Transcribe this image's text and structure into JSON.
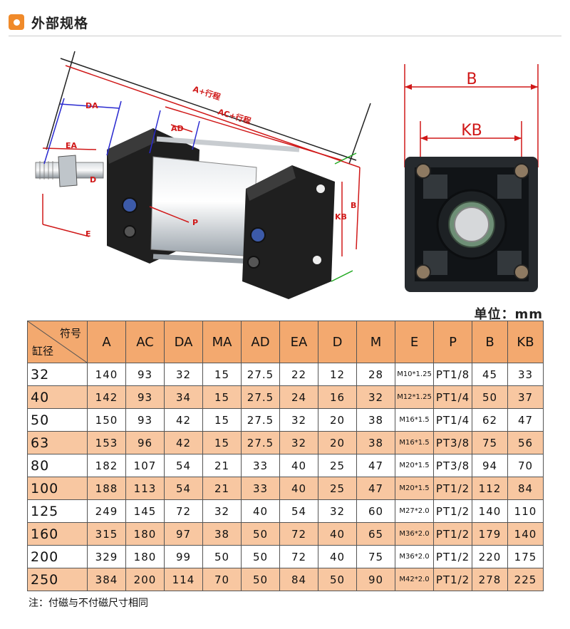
{
  "header": {
    "title": "外部规格"
  },
  "drawing": {
    "labels": {
      "a": "A+行程",
      "ac": "AC+行程",
      "da": "DA",
      "ad": "AD",
      "ea": "EA",
      "d": "D",
      "e": "E",
      "p": "P",
      "b": "B",
      "kb": "KB"
    }
  },
  "endview": {
    "b": "B",
    "kb": "KB"
  },
  "unit": "单位：mm",
  "table": {
    "corner_top": "符号",
    "corner_bottom": "缸径",
    "columns": [
      "A",
      "AC",
      "DA",
      "MA",
      "AD",
      "EA",
      "D",
      "M",
      "E",
      "P",
      "B",
      "KB"
    ],
    "rows": [
      [
        "32",
        "140",
        "93",
        "32",
        "15",
        "27.5",
        "22",
        "12",
        "28",
        "M10*1.25",
        "PT1/8",
        "45",
        "33"
      ],
      [
        "40",
        "142",
        "93",
        "34",
        "15",
        "27.5",
        "24",
        "16",
        "32",
        "M12*1.25",
        "PT1/4",
        "50",
        "37"
      ],
      [
        "50",
        "150",
        "93",
        "42",
        "15",
        "27.5",
        "32",
        "20",
        "38",
        "M16*1.5",
        "PT1/4",
        "62",
        "47"
      ],
      [
        "63",
        "153",
        "96",
        "42",
        "15",
        "27.5",
        "32",
        "20",
        "38",
        "M16*1.5",
        "PT3/8",
        "75",
        "56"
      ],
      [
        "80",
        "182",
        "107",
        "54",
        "21",
        "33",
        "40",
        "25",
        "47",
        "M20*1.5",
        "PT3/8",
        "94",
        "70"
      ],
      [
        "100",
        "188",
        "113",
        "54",
        "21",
        "33",
        "40",
        "25",
        "47",
        "M20*1.5",
        "PT1/2",
        "112",
        "84"
      ],
      [
        "125",
        "249",
        "145",
        "72",
        "32",
        "40",
        "54",
        "32",
        "60",
        "M27*2.0",
        "PT1/2",
        "140",
        "110"
      ],
      [
        "160",
        "315",
        "180",
        "97",
        "38",
        "50",
        "72",
        "40",
        "65",
        "M36*2.0",
        "PT1/2",
        "179",
        "140"
      ],
      [
        "200",
        "329",
        "180",
        "99",
        "50",
        "50",
        "72",
        "40",
        "75",
        "M36*2.0",
        "PT1/2",
        "220",
        "175"
      ],
      [
        "250",
        "384",
        "200",
        "114",
        "70",
        "50",
        "84",
        "50",
        "90",
        "M42*2.0",
        "PT1/2",
        "278",
        "225"
      ]
    ]
  },
  "note": "注：付磁与不付磁尺寸相同"
}
